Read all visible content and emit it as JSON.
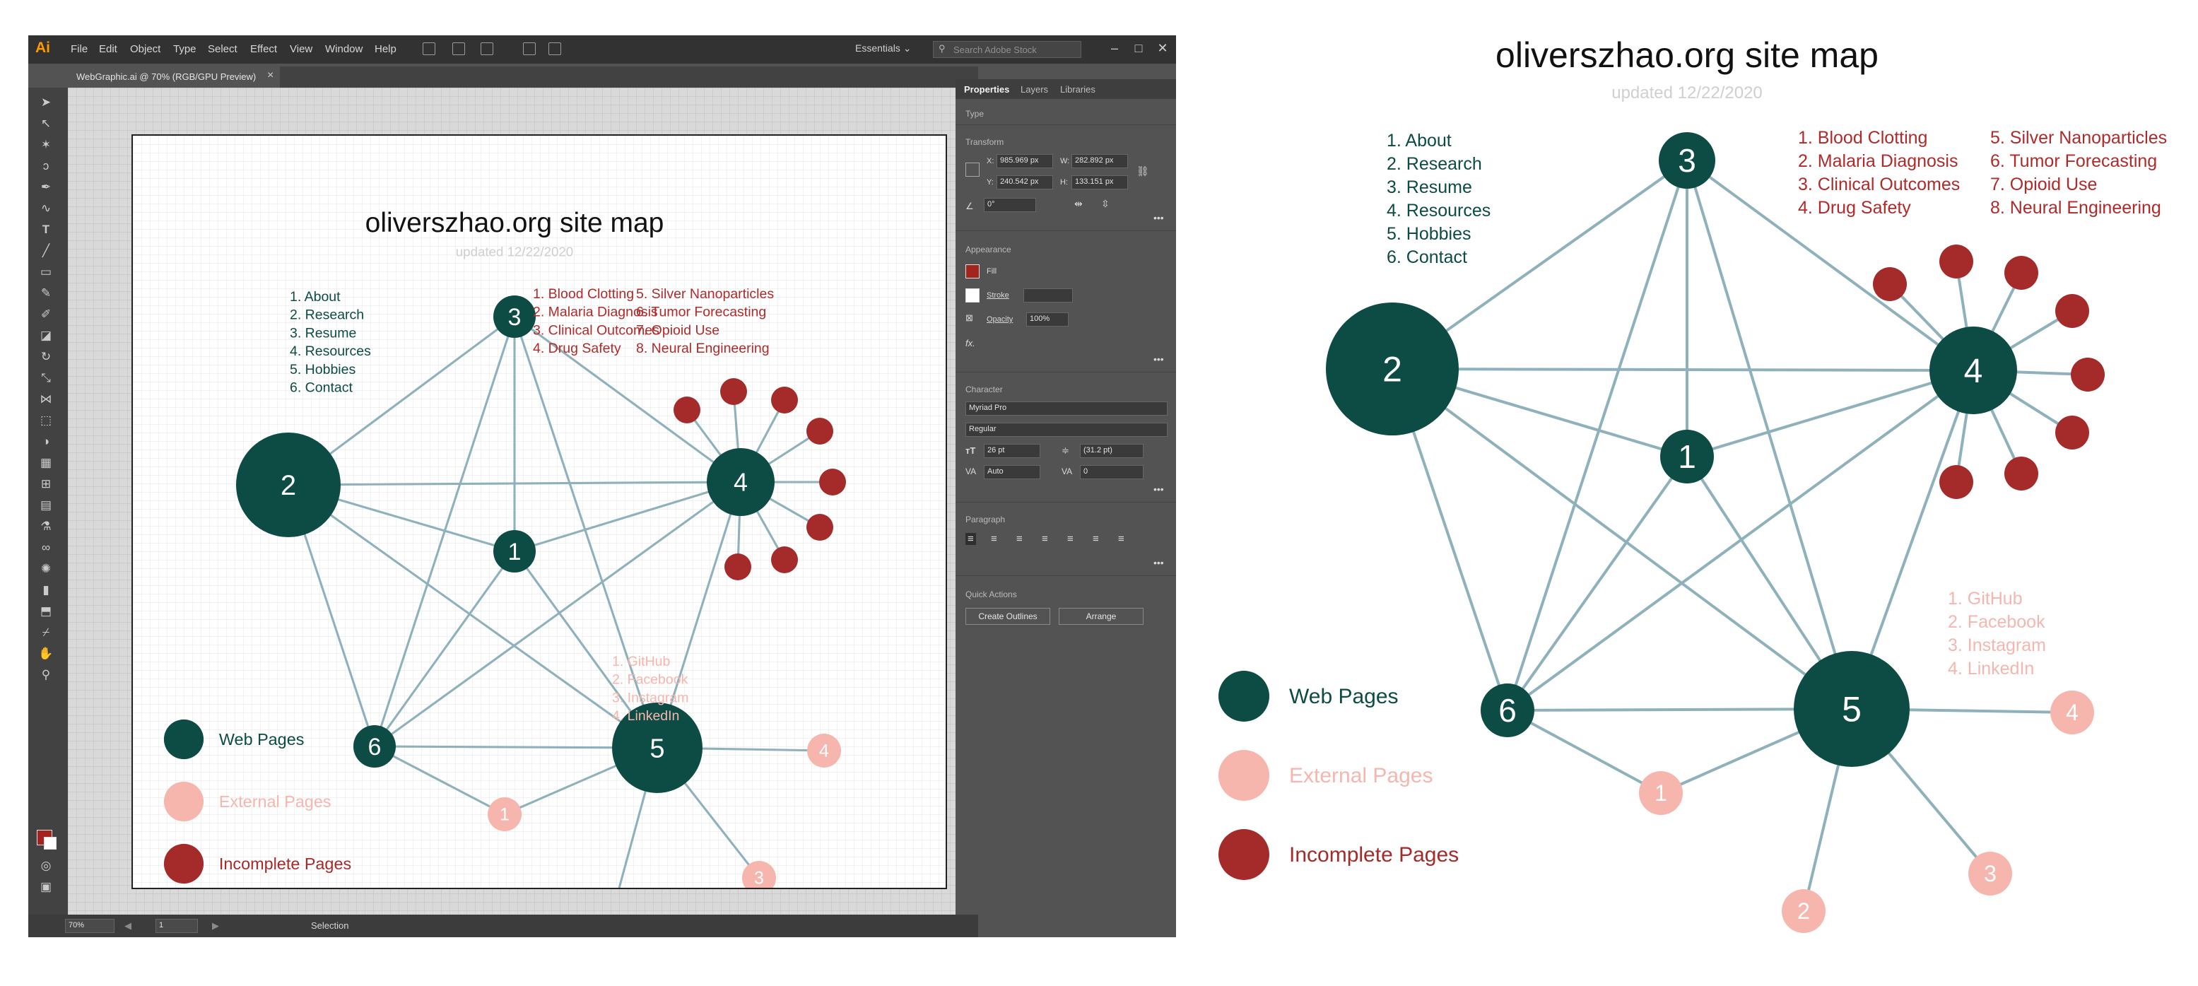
{
  "app": {
    "logo": "Ai",
    "menu": [
      "File",
      "Edit",
      "Object",
      "Type",
      "Select",
      "Effect",
      "View",
      "Window",
      "Help"
    ],
    "workspace": "Essentials",
    "stock_search_placeholder": "Search Adobe Stock",
    "document_tab": "WebGraphic.ai @ 70% (RGB/GPU Preview)",
    "status": {
      "zoom": "70%",
      "artboard": "1",
      "tool": "Selection"
    }
  },
  "properties_panel": {
    "tabs": [
      "Properties",
      "Layers",
      "Libraries"
    ],
    "type_label": "Type",
    "transform": {
      "title": "Transform",
      "x": "985.969 px",
      "y": "240.542 px",
      "w": "282.892 px",
      "h": "133.151 px",
      "angle": "0°"
    },
    "appearance": {
      "title": "Appearance",
      "fill": "Fill",
      "stroke": "Stroke",
      "opacity_label": "Opacity",
      "opacity": "100%",
      "fx": "fx."
    },
    "character": {
      "title": "Character",
      "font": "Myriad Pro",
      "style": "Regular",
      "size": "26 pt",
      "leading": "(31.2 pt)",
      "kerning": "Auto",
      "tracking": "0"
    },
    "paragraph": {
      "title": "Paragraph"
    },
    "quick_actions": {
      "title": "Quick Actions",
      "create_outlines": "Create Outlines",
      "arrange": "Arrange"
    }
  },
  "sitemap": {
    "title": "oliverszhao.org site map",
    "updated": "updated 12/22/2020",
    "web_list": [
      "1. About",
      "2. Research",
      "3. Resume",
      "4. Resources",
      "5. Hobbies",
      "6. Contact"
    ],
    "research_list_a": [
      "1. Blood Clotting",
      "2. Malaria Diagnosis",
      "3. Clinical Outcomes",
      "4. Drug Safety"
    ],
    "research_list_b": [
      "5. Silver Nanoparticles",
      "6. Tumor Forecasting",
      "7. Opioid Use",
      "8. Neural Engineering"
    ],
    "external_list": [
      "1. GitHub",
      "2. Facebook",
      "3. Instagram",
      "4. LinkedIn"
    ],
    "legend": {
      "web": "Web Pages",
      "external": "External Pages",
      "incomplete": "Incomplete Pages"
    },
    "web_nodes": [
      "1",
      "2",
      "3",
      "4",
      "5",
      "6"
    ],
    "external_nodes": [
      "1",
      "2",
      "3",
      "4"
    ],
    "colors": {
      "web": "#0d4b45",
      "external": "#f6b6ae",
      "incomplete": "#a52a2a",
      "edge": "#8fb1bb",
      "research_text": "#b02a2a"
    }
  }
}
